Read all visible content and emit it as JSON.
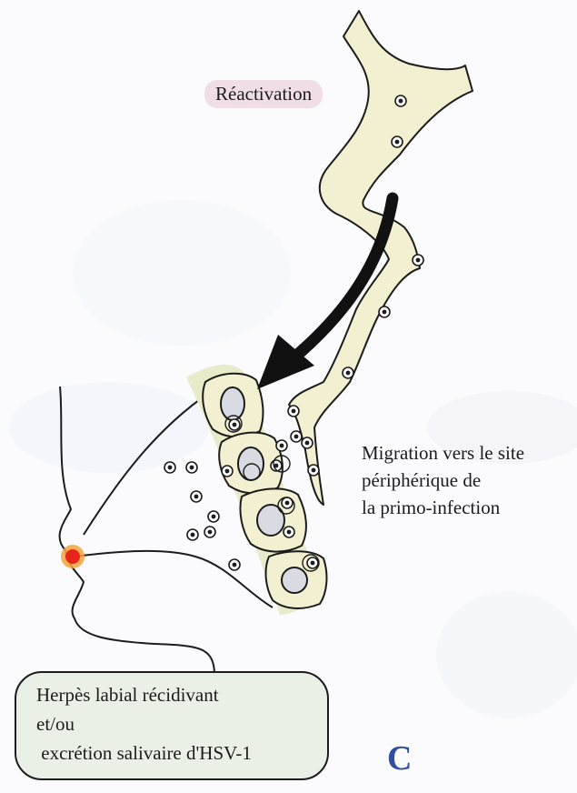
{
  "labels": {
    "reactivation": "Réactivation",
    "migration": "Migration vers le site\npériphérique de\nla primo-infection",
    "herpes": "Herpès labial récidivant\net/ou\n excrétion salivaire d'HSV-1",
    "panel": "C"
  },
  "colors": {
    "neuron_fill": "#f3f0d2",
    "band_fill": "#e7ebc9",
    "outline": "#1c1c1c",
    "arrow": "#111111",
    "lesion_core": "#e8231a",
    "lesion_halo": "#f6a23a",
    "nucleus": "#d9dbe2",
    "reactivation_bg": "#f0dde8",
    "herpes_box_bg": "#e9f0e6",
    "panel_letter": "#2f4fa2"
  },
  "icons": {
    "virion": "virion-icon",
    "lesion": "lesion-dot-icon",
    "arrow": "migration-arrow-icon"
  }
}
